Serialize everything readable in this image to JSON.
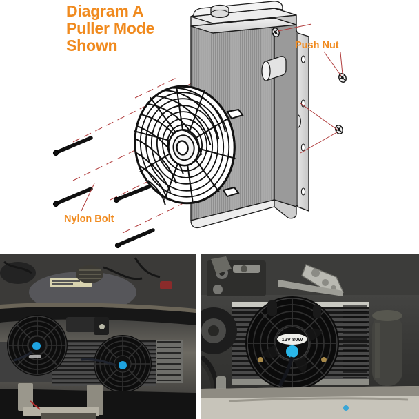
{
  "diagram": {
    "title": "Diagram A\nPuller Mode\nShown",
    "title_color": "#F08A1E",
    "label_color": "#F08A1E",
    "leader_line_color": "#b03a3a",
    "callouts": [
      {
        "name": "push-nut",
        "text": "Push Nut"
      },
      {
        "name": "nylon-bolt",
        "text": "Nylon Bolt"
      }
    ],
    "parts": {
      "radiator": {
        "label": "radiator",
        "core_color": "#a9a9a9",
        "tank_color": "#d8d8d8",
        "outline_color": "#1a1a1a",
        "cap": "radiator-cap",
        "inlet": "radiator-inlet-neck",
        "bracket_holes": 4
      },
      "fan": {
        "label": "electric-cooling-fan",
        "color": "#111111",
        "mount_tabs": 2,
        "blade_count": 10,
        "grille_rings": 9
      },
      "nylon_bolts": {
        "count": 4,
        "color": "#101010"
      },
      "push_nuts": {
        "count": 3,
        "color": "#1a1a1a"
      }
    }
  },
  "photos": {
    "left": {
      "caption": "engine-bay-dual-fan-install",
      "fans": 2,
      "fan_hub_color": "#1ea3e0",
      "scene": "front of engine bay with transmission oil cooler and two slim electric fans mounted on the cooler core",
      "label_text": ""
    },
    "right": {
      "caption": "engine-bay-single-fan-install",
      "fans": 1,
      "fan_hub_color": "#2ab6e8",
      "fan_label": "12V 80W",
      "scene": "oil cooler with single electric fan, bracket arm above, accumulator tank to the right"
    }
  }
}
